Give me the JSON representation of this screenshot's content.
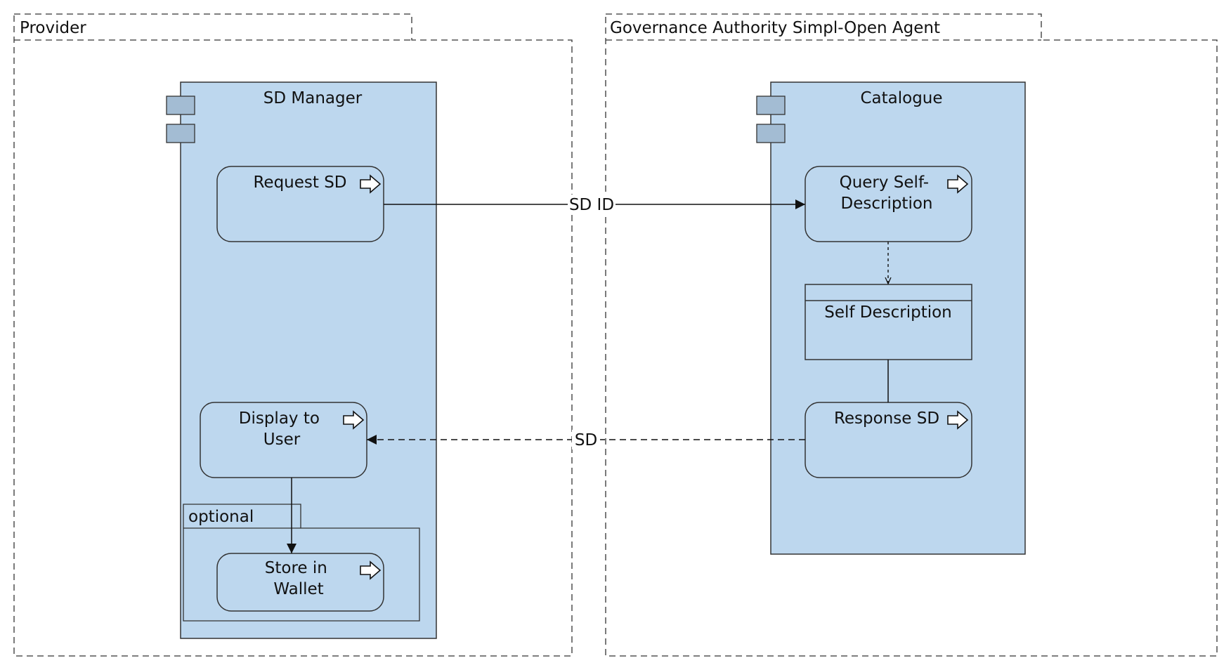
{
  "colors": {
    "component_fill": "#bdd7ee",
    "component_port": "#a3bcd3",
    "activity_fill": "#bdd7ee",
    "stroke": "#333333",
    "frame_stroke": "#333333"
  },
  "frames": {
    "provider": {
      "label": "Provider"
    },
    "governance": {
      "label": "Governance Authority Simpl-Open Agent"
    }
  },
  "components": {
    "sd_manager": {
      "label": "SD Manager",
      "icon": "component-icon"
    },
    "catalogue": {
      "label": "Catalogue",
      "icon": "component-icon"
    }
  },
  "activities": {
    "request_sd": {
      "label_lines": [
        "Request SD"
      ],
      "icon": "arrow-right-outline-icon"
    },
    "display_to_user": {
      "label_lines": [
        "Display to",
        "User"
      ],
      "icon": "arrow-right-outline-icon"
    },
    "store_in_wallet": {
      "label_lines": [
        "Store in",
        "Wallet"
      ],
      "icon": "arrow-right-outline-icon"
    },
    "query_self_description": {
      "label_lines": [
        "Query Self-",
        "Description"
      ],
      "icon": "arrow-right-outline-icon"
    },
    "response_sd": {
      "label_lines": [
        "Response SD"
      ],
      "icon": "arrow-right-outline-icon"
    }
  },
  "objects": {
    "self_description": {
      "label": "Self Description"
    }
  },
  "fragments": {
    "optional": {
      "label": "optional"
    }
  },
  "connectors": {
    "sd_id": {
      "label": "SD ID",
      "style": "solid"
    },
    "sd": {
      "label": "SD",
      "style": "dashed"
    }
  }
}
